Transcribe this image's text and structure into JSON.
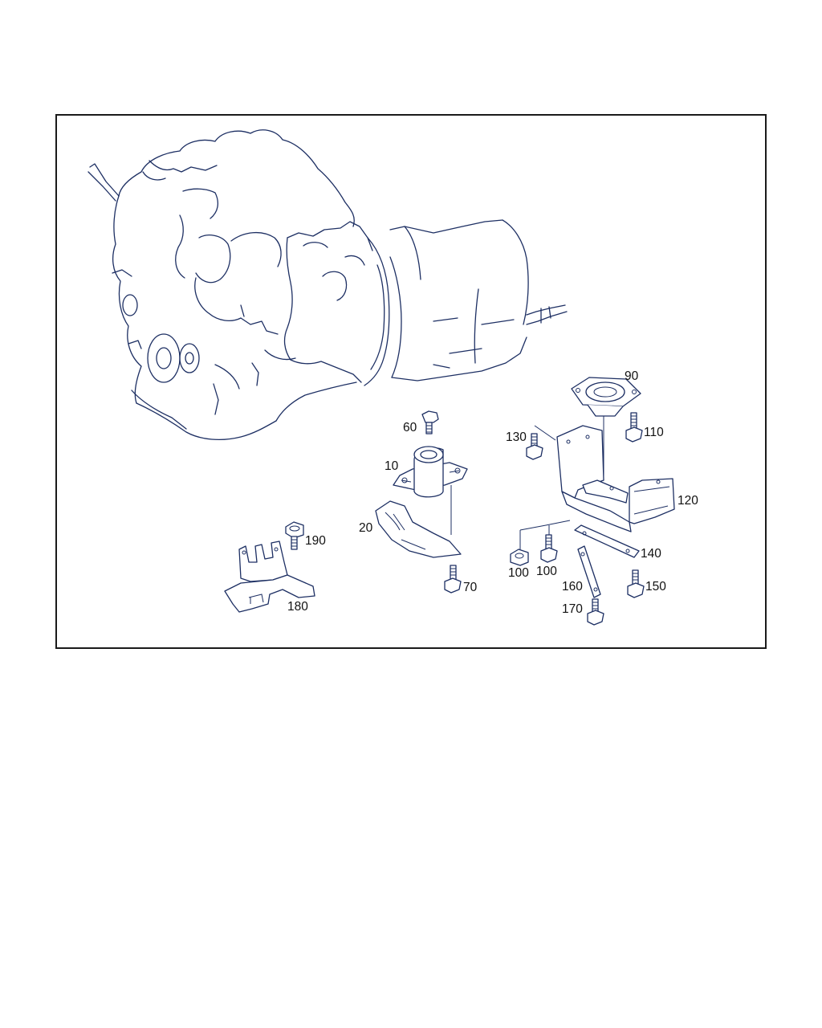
{
  "parts": [
    {
      "id": "p10",
      "number": "10"
    },
    {
      "id": "p20",
      "number": "20"
    },
    {
      "id": "p60",
      "number": "60"
    },
    {
      "id": "p70",
      "number": "70"
    },
    {
      "id": "p90",
      "number": "90"
    },
    {
      "id": "p100a",
      "number": "100"
    },
    {
      "id": "p100b",
      "number": "100"
    },
    {
      "id": "p110",
      "number": "110"
    },
    {
      "id": "p120",
      "number": "120"
    },
    {
      "id": "p130",
      "number": "130"
    },
    {
      "id": "p140",
      "number": "140"
    },
    {
      "id": "p150",
      "number": "150"
    },
    {
      "id": "p160",
      "number": "160"
    },
    {
      "id": "p170",
      "number": "170"
    },
    {
      "id": "p180",
      "number": "180"
    },
    {
      "id": "p190",
      "number": "190"
    }
  ],
  "colors": {
    "line": "#1d2f63",
    "label": "#111111",
    "frame": "#1a1a1a"
  }
}
